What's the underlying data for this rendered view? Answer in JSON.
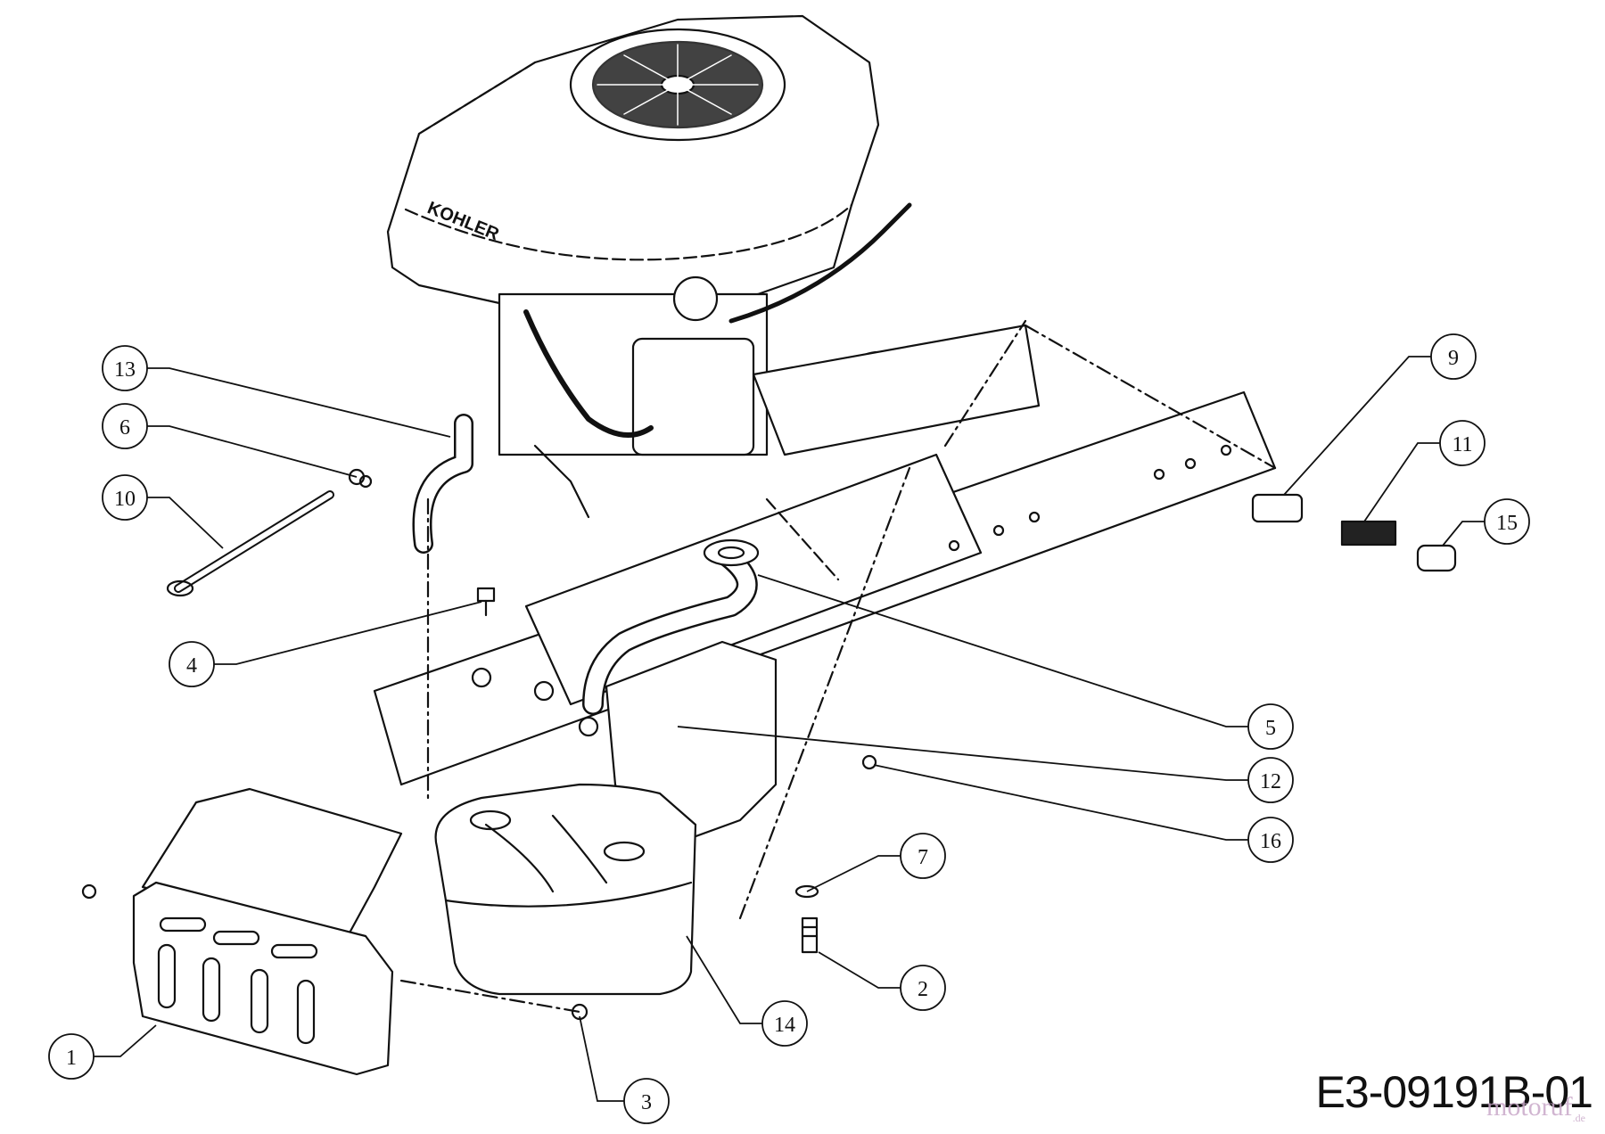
{
  "drawing": {
    "reference_code": "E3-09191B-01",
    "engine_brand": "KOHLER",
    "watermark": "motoruf",
    "watermark_suffix": ".de"
  },
  "callouts": [
    {
      "id": "1",
      "label": "1"
    },
    {
      "id": "2",
      "label": "2"
    },
    {
      "id": "3",
      "label": "3"
    },
    {
      "id": "4",
      "label": "4"
    },
    {
      "id": "5",
      "label": "5"
    },
    {
      "id": "6",
      "label": "6"
    },
    {
      "id": "7",
      "label": "7"
    },
    {
      "id": "9",
      "label": "9"
    },
    {
      "id": "10",
      "label": "10"
    },
    {
      "id": "11",
      "label": "11"
    },
    {
      "id": "12",
      "label": "12"
    },
    {
      "id": "13",
      "label": "13"
    },
    {
      "id": "14",
      "label": "14"
    },
    {
      "id": "15",
      "label": "15"
    },
    {
      "id": "16",
      "label": "16"
    }
  ]
}
